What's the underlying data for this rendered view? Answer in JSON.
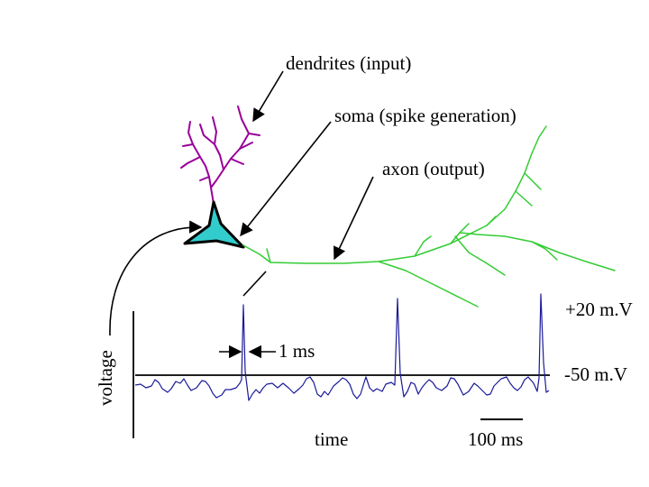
{
  "labels": {
    "dendrites": "dendrites (input)",
    "soma": "soma (spike generation)",
    "axon": "axon (output)",
    "plus20": "+20 m.V",
    "minus50": "-50 m.V",
    "one_ms": "1 ms",
    "voltage": "voltage",
    "time": "time",
    "hundred_ms": "100 ms"
  },
  "colors": {
    "dendrite": "#990099",
    "soma": "#33cccc",
    "axon": "#33cc33",
    "trace": "#1a1a99",
    "ink": "#000000"
  }
}
